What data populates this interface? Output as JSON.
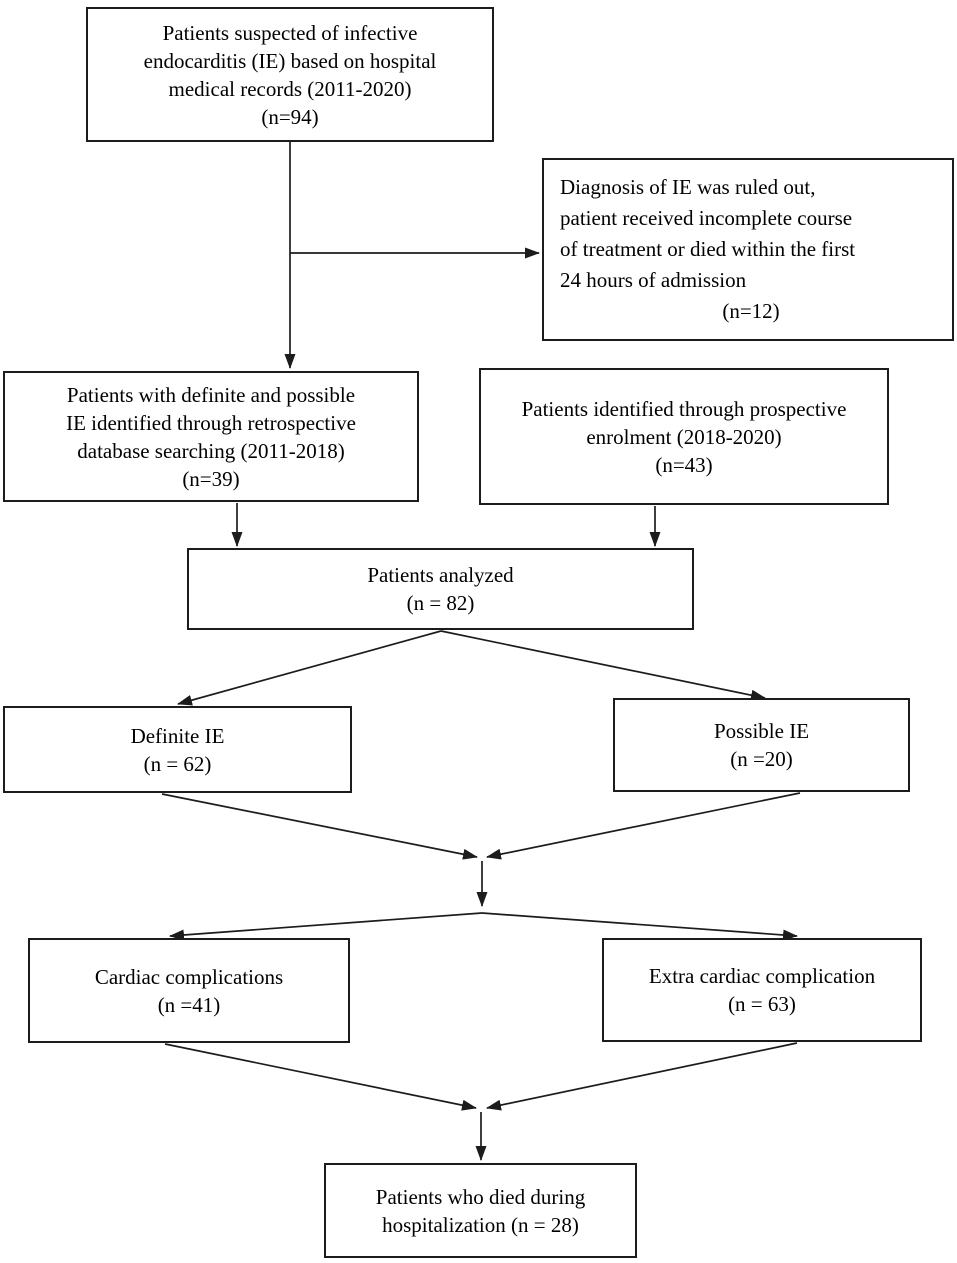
{
  "diagram_type": "flowchart",
  "colors": {
    "line": "#1c1c1c",
    "text": "#000000",
    "background": "#ffffff"
  },
  "boxes": {
    "suspected": {
      "text": "Patients suspected of infective\nendocarditis (IE) based on hospital\nmedical records (2011-2020)\n(n=94)"
    },
    "excluded": {
      "body": "Diagnosis of IE was ruled out,\npatient received incomplete course\nof treatment or died within the first\n24 hours of admission",
      "count": "(n=12)"
    },
    "retrospective": {
      "text": "Patients with definite and possible\nIE identified through retrospective\ndatabase searching (2011-2018)\n(n=39)"
    },
    "prospective": {
      "text": "Patients identified through prospective\nenrolment (2018-2020)\n(n=43)"
    },
    "analyzed": {
      "text": "Patients analyzed\n(n = 82)"
    },
    "definite": {
      "text": "Definite IE\n(n = 62)"
    },
    "possible": {
      "text": "Possible IE\n(n =20)"
    },
    "cardiac": {
      "text": "Cardiac complications\n(n =41)"
    },
    "extracardiac": {
      "text": "Extra cardiac complication\n(n = 63)"
    },
    "died": {
      "text": "Patients who died during\nhospitalization (n = 28)"
    }
  },
  "edges": [
    {
      "from": "suspected",
      "to": "retrospective"
    },
    {
      "from": "suspected",
      "to": "excluded"
    },
    {
      "from": "retrospective",
      "to": "analyzed"
    },
    {
      "from": "prospective",
      "to": "analyzed"
    },
    {
      "from": "analyzed",
      "to": "definite"
    },
    {
      "from": "analyzed",
      "to": "possible"
    },
    {
      "from": "definite",
      "to": "junction-1"
    },
    {
      "from": "possible",
      "to": "junction-1"
    },
    {
      "from": "junction-1",
      "to": "cardiac"
    },
    {
      "from": "junction-1",
      "to": "extracardiac"
    },
    {
      "from": "cardiac",
      "to": "junction-2"
    },
    {
      "from": "extracardiac",
      "to": "junction-2"
    },
    {
      "from": "junction-2",
      "to": "died"
    }
  ]
}
